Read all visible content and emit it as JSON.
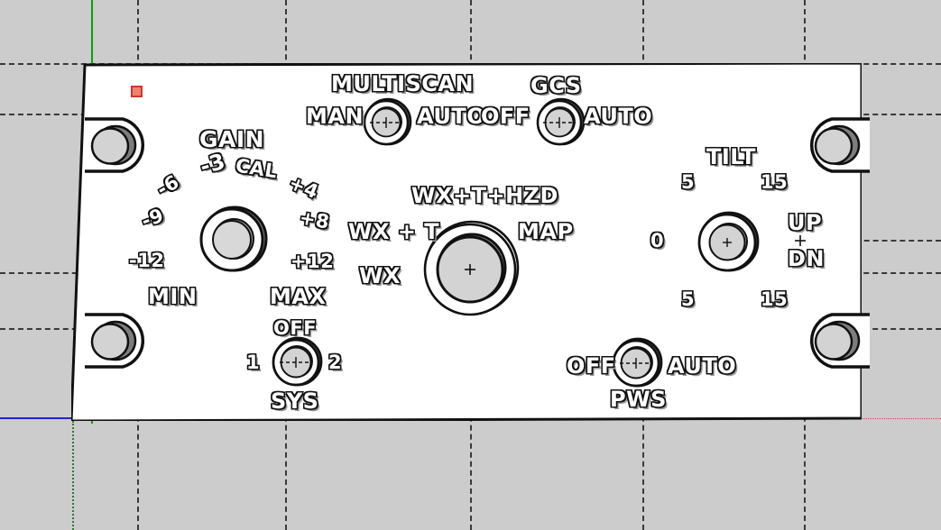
{
  "scene": {
    "app": "sketchup-model-view",
    "subject": "aircraft-weather-radar-control-panel",
    "background_color": "#cccccc",
    "panel_color": "#ffffff",
    "knob_cap_color": "#d3d3d3",
    "outline_color": "#111111",
    "axis_green": "#0aa00a",
    "axis_blue": "#2222cc",
    "axis_red": "#d04040",
    "selection_marker_color": "#f08070"
  },
  "panel": {
    "controls": {
      "gain": {
        "title": "GAIN",
        "min_label": "MIN",
        "max_label": "MAX",
        "cal_label": "CAL",
        "ticks_left": [
          "-3",
          "-6",
          "-9",
          "-12"
        ],
        "ticks_right": [
          "+4",
          "+8",
          "+12"
        ]
      },
      "multiscan": {
        "title": "MULTISCAN",
        "left_label": "MAN",
        "right_label": "AUTO"
      },
      "gcs": {
        "title": "GCS",
        "left_label": "OFF",
        "right_label": "AUTO"
      },
      "mode": {
        "positions": [
          "WX",
          "WX + T",
          "WX+T+HZD",
          "MAP"
        ]
      },
      "tilt": {
        "title": "TILT",
        "center_label": "0",
        "up_label": "UP",
        "down_label": "DN",
        "upper_left_tick": "5",
        "upper_right_tick": "15",
        "lower_left_tick": "5",
        "lower_right_tick": "15"
      },
      "sys": {
        "title": "SYS",
        "off_label": "OFF",
        "left_label": "1",
        "right_label": "2"
      },
      "pws": {
        "title": "PWS",
        "left_label": "OFF",
        "right_label": "AUTO"
      }
    }
  }
}
